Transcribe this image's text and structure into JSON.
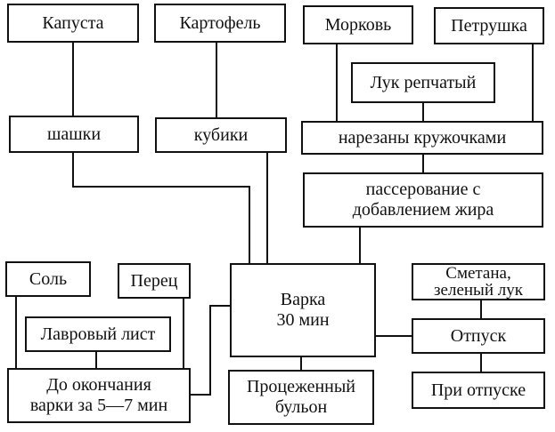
{
  "nodes": {
    "kapusta": "Капуста",
    "kartofel": "Картофель",
    "morkov": "Морковь",
    "petrushka": "Петрушка",
    "luk_repchatyi": "Лук репчатый",
    "shashki": "шашки",
    "kubiki": "кубики",
    "narezany": "нарезаны кружочками",
    "passerovanie_line1": "пассерование с",
    "passerovanie_line2": "добавлением жира",
    "sol": "Соль",
    "perets": "Перец",
    "lavrovyi_list": "Лавровый лист",
    "do_okonchaniya_line1": "До окончания",
    "do_okonchaniya_line2": "варки за 5—7 мин",
    "varka_line1": "Варка",
    "varka_line2": "30 мин",
    "smetana_line1": "Сметана,",
    "smetana_line2": "зеленый лук",
    "otpusk": "Отпуск",
    "protsezhennyi_line1": "Процеженный",
    "protsezhennyi_line2": "бульон",
    "pri_otpuske": "При отпуске"
  }
}
